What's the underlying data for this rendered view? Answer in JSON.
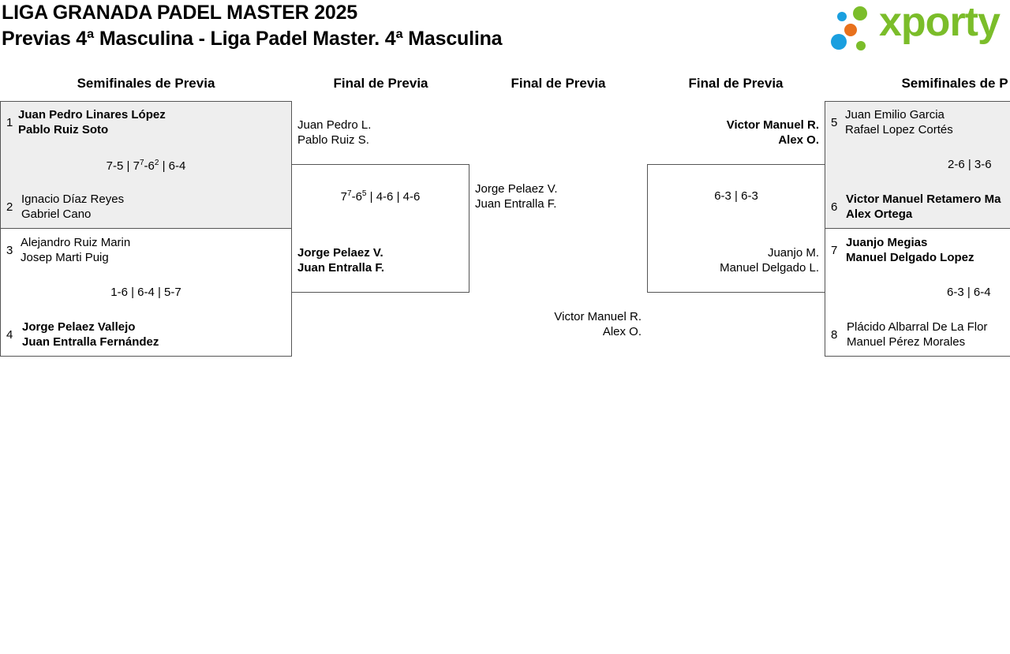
{
  "header": {
    "title": "LIGA GRANADA PADEL MASTER 2025",
    "subtitle": "Previas 4ª Masculina - Liga Padel Master. 4ª Masculina",
    "logo_text": "xporty",
    "colors": {
      "logo_green": "#7bbd2a",
      "dot_blue": "#1a9fdf",
      "dot_orange": "#e8711c",
      "box_grey": "#eeeeee"
    }
  },
  "rounds": [
    "Semifinales de Previa",
    "Final de Previa",
    "Final de Previa",
    "Final de Previa",
    "Semifinales de P"
  ],
  "left_semis": {
    "m1": {
      "p1": {
        "seed": "1",
        "a": "Juan Pedro Linares López",
        "b": "Pablo Ruiz Soto"
      },
      "score": {
        "s1": "7-5 | 7",
        "s1sup": "7",
        "s1b": "-6",
        "s1bsup": "2",
        "s1c": " | 6-4"
      },
      "p2": {
        "seed": "2",
        "a": "Ignacio Díaz Reyes",
        "b": "Gabriel Cano"
      }
    },
    "m2": {
      "p1": {
        "seed": "3",
        "a": "Alejandro Ruiz Marin",
        "b": "Josep Marti Puig"
      },
      "score": "1-6 | 6-4 | 5-7",
      "p2": {
        "seed": "4",
        "a": "Jorge Pelaez Vallejo",
        "b": "Juan Entralla Fernández"
      }
    }
  },
  "left_final": {
    "top": {
      "a": "Juan Pedro L.",
      "b": "Pablo Ruiz S."
    },
    "score": {
      "s1": "7",
      "s1sup": "7",
      "s1b": "-6",
      "s1bsup": "5",
      "s1c": " | 4-6 | 4-6"
    },
    "bottom": {
      "a": "Jorge Pelaez V.",
      "b": "Juan Entralla F."
    }
  },
  "center": {
    "top": {
      "a": "Jorge Pelaez V.",
      "b": "Juan Entralla F."
    },
    "bottom": {
      "a": "Victor Manuel R.",
      "b": "Alex O."
    }
  },
  "right_final": {
    "top": {
      "a": "Victor Manuel R.",
      "b": "Alex O."
    },
    "score": "6-3 | 6-3",
    "bottom": {
      "a": "Juanjo M.",
      "b": "Manuel Delgado L."
    }
  },
  "right_semis": {
    "m1": {
      "p1": {
        "seed": "5",
        "a": "Juan Emilio Garcia",
        "b": "Rafael Lopez Cortés"
      },
      "score": "2-6 | 3-6",
      "p2": {
        "seed": "6",
        "a": "Victor Manuel Retamero Ma",
        "b": "Alex Ortega"
      }
    },
    "m2": {
      "p1": {
        "seed": "7",
        "a": "Juanjo Megias",
        "b": "Manuel Delgado Lopez"
      },
      "score": "6-3 | 6-4",
      "p2": {
        "seed": "8",
        "a": "Plácido Albarral De La Flor",
        "b": "Manuel Pérez Morales"
      }
    }
  }
}
